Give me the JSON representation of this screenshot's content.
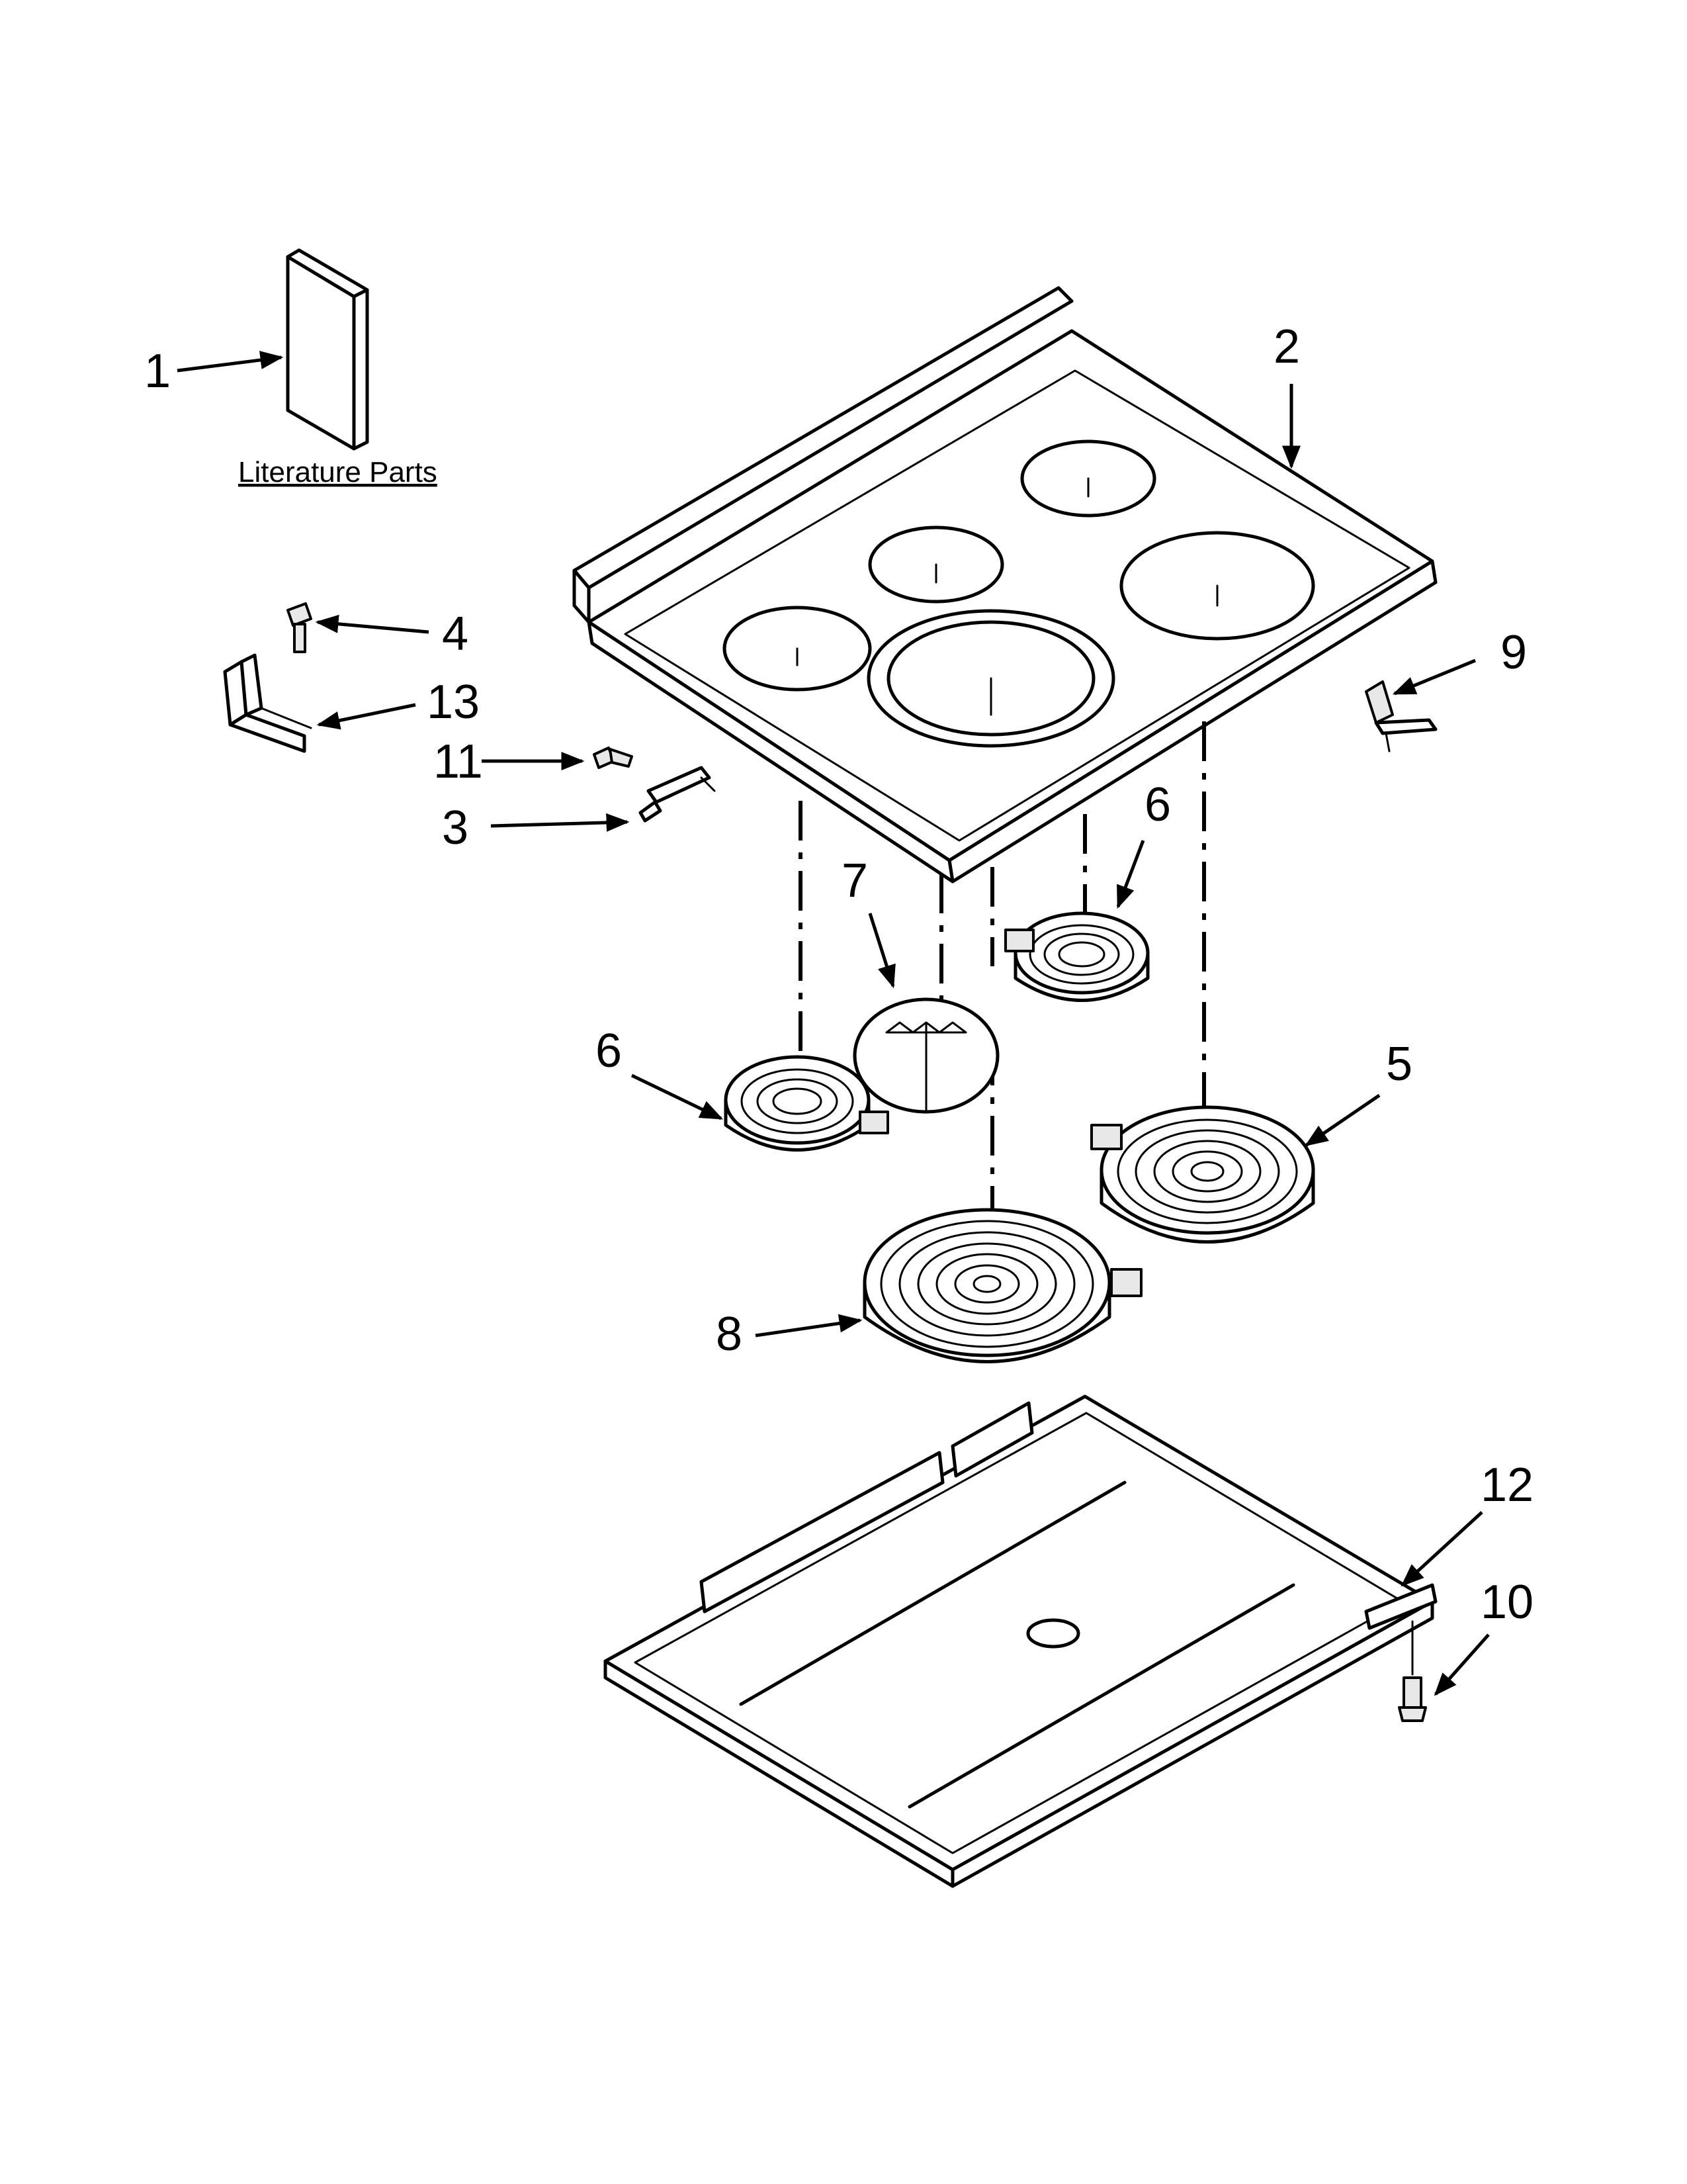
{
  "diagram": {
    "caption": "Literature Parts",
    "callouts": {
      "c1": "1",
      "c2": "2",
      "c3": "3",
      "c4": "4",
      "c5": "5",
      "c6a": "6",
      "c6b": "6",
      "c7": "7",
      "c8": "8",
      "c9": "9",
      "c10": "10",
      "c11": "11",
      "c12": "12",
      "c13": "13"
    }
  }
}
